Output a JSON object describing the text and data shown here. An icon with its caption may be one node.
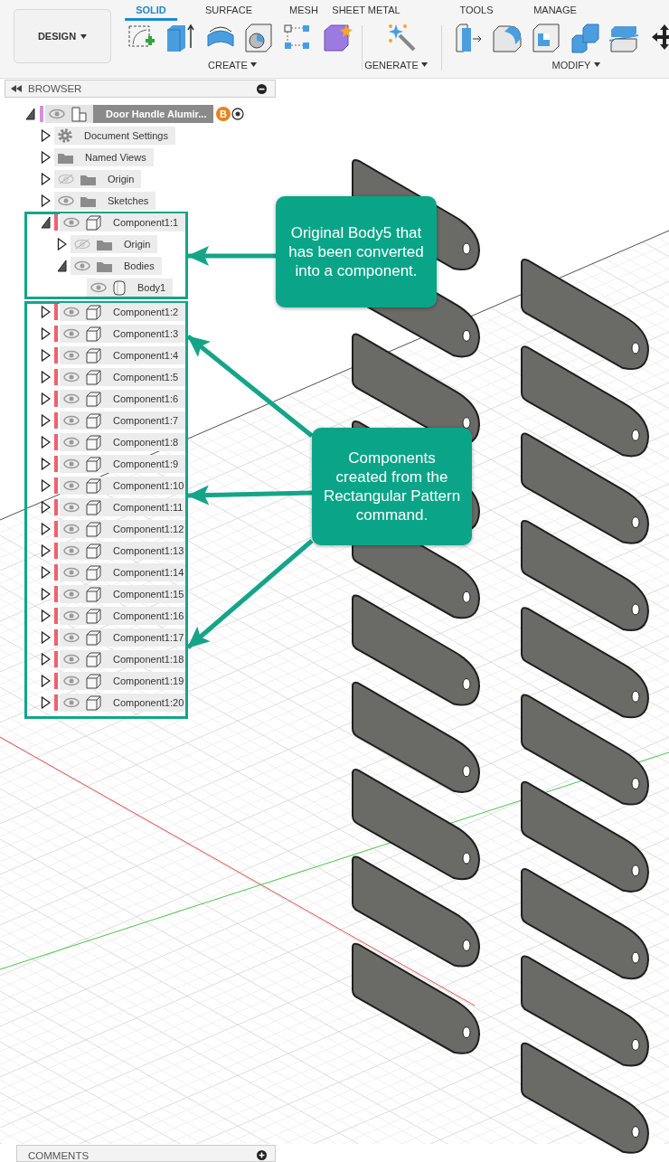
{
  "diagram": {
    "nodes": [
      {
        "text": [
          "DESIGN"
        ]
      },
      {
        "text": [
          "Door Handle Alumir..."
        ],
        "beside": [
          "B"
        ]
      },
      {
        "text": [
          "Document Settings"
        ]
      },
      {
        "text": [
          "Named Views"
        ]
      },
      {
        "text": [
          "Origin"
        ]
      },
      {
        "text": [
          "Sketches"
        ]
      },
      {
        "text": [],
        "shape": "box"
      },
      {
        "text": [
          "Component1:1"
        ],
        "in": 6
      },
      {
        "text": [
          "Origin"
        ],
        "in": 6
      },
      {
        "text": [
          "Bodies"
        ],
        "in": 6
      },
      {
        "text": [
          "Body1"
        ],
        "in": 6
      },
      {
        "text": [
          "Original Body5 that has been converted into a component."
        ]
      },
      {
        "text": [],
        "shape": "box"
      },
      {
        "text": [
          "Component1:2"
        ],
        "in": 12
      },
      {
        "text": [
          "Component1:3"
        ],
        "in": 12
      },
      {
        "text": [
          "Component1:4"
        ],
        "in": 12
      },
      {
        "text": [
          "Component1:5"
        ],
        "in": 12
      },
      {
        "text": [
          "Component1:6"
        ],
        "in": 12
      },
      {
        "text": [
          "Component1:7"
        ],
        "in": 12
      },
      {
        "text": [
          "Component1:8"
        ],
        "in": 12
      },
      {
        "text": [
          "Component1:9"
        ],
        "in": 12
      },
      {
        "text": [
          "Component1:10"
        ],
        "in": 12
      },
      {
        "text": [
          "Component1:11"
        ],
        "in": 12
      },
      {
        "text": [
          "Component1:12"
        ],
        "in": 12
      },
      {
        "text": [
          "Component1:13"
        ],
        "in": 12
      },
      {
        "text": [
          "Component1:14"
        ],
        "in": 12
      },
      {
        "text": [
          "Component1:15"
        ],
        "in": 12
      },
      {
        "text": [
          "Component1:16"
        ],
        "in": 12
      },
      {
        "text": [
          "Component1:17"
        ],
        "in": 12
      },
      {
        "text": [
          "Component1:18"
        ],
        "in": 12
      },
      {
        "text": [
          "Component1:19"
        ],
        "in": 12
      },
      {
        "text": [
          "Component1:20"
        ],
        "in": 12
      },
      {
        "text": [
          "Components created from the Rectangular Pattern command."
        ]
      }
    ],
    "edges": [
      {
        "from": 11,
        "to": 6,
        "arrow": "to"
      },
      {
        "from": 32,
        "to": 12,
        "arrow": "to"
      },
      {
        "from": 32,
        "to": 12,
        "arrow": "to"
      },
      {
        "from": 32,
        "to": 12,
        "arrow": "to"
      }
    ],
    "labels": [
      "SOLID",
      "SURFACE",
      "MESH",
      "SHEET METAL",
      "TOOLS",
      "MANAGE",
      "CREATE",
      "GENERATE",
      "MODIFY",
      "BROWSER",
      "COMMENTS"
    ]
  }
}
